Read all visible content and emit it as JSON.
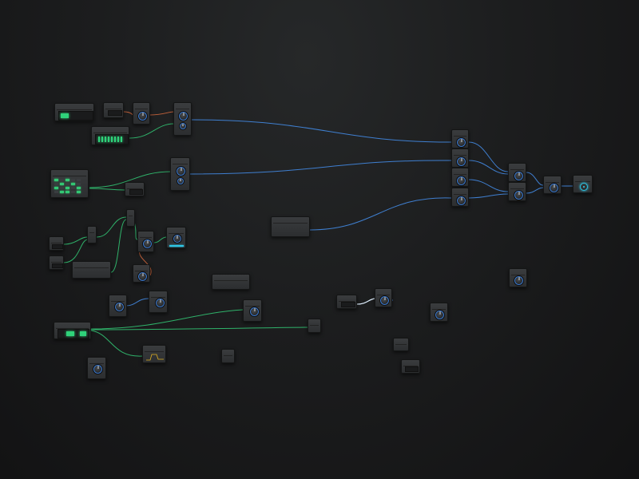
{
  "app": {
    "title": ""
  },
  "colors": {
    "wire_audio": "#3f7fd0",
    "wire_control": "#2fb26a",
    "wire_mod": "#c0603a",
    "wire_signal": "#e0f0ff",
    "led_green": "#2fd27a",
    "accent_cyan": "#2ec7e6"
  },
  "nodes": [
    {
      "id": "lfo-a",
      "kind": "display"
    },
    {
      "id": "step-seq",
      "kind": "display"
    },
    {
      "id": "scaler-a",
      "kind": "box"
    },
    {
      "id": "env-a",
      "kind": "knob"
    },
    {
      "id": "voice-1",
      "kind": "knob"
    },
    {
      "id": "grid-seq",
      "kind": "grid"
    },
    {
      "id": "scaler-b",
      "kind": "box"
    },
    {
      "id": "voice-2",
      "kind": "knob"
    },
    {
      "id": "text-note",
      "kind": "text"
    },
    {
      "id": "mix-in-1",
      "kind": "knob"
    },
    {
      "id": "mix-in-2",
      "kind": "knob"
    },
    {
      "id": "mix-in-3",
      "kind": "knob"
    },
    {
      "id": "mix-in-4",
      "kind": "knob"
    },
    {
      "id": "sub-mix-1",
      "kind": "knob"
    },
    {
      "id": "sub-mix-2",
      "kind": "knob"
    },
    {
      "id": "master",
      "kind": "knob"
    },
    {
      "id": "output",
      "kind": "target"
    }
  ],
  "icons": {
    "knob": "knob-icon",
    "output": "speaker-target-icon"
  }
}
